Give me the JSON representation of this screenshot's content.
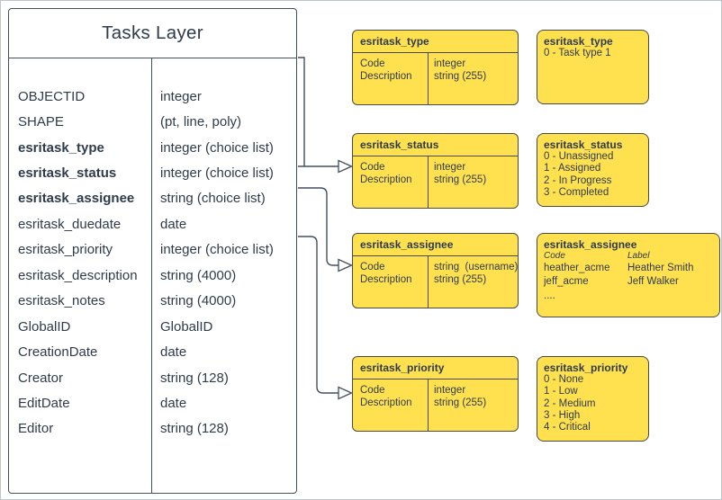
{
  "colors": {
    "yellow": "#FFE14F",
    "ybord": "#4a4a44",
    "stroke": "#434f5e",
    "text": "#2f3b4b",
    "frame": "#bfc5cc"
  },
  "tasks_layer": {
    "title": "Tasks Layer",
    "rows": [
      {
        "name": "OBJECTID",
        "type": "integer",
        "bold": false
      },
      {
        "name": "SHAPE",
        "type": "(pt, line, poly)",
        "bold": false
      },
      {
        "name": "esritask_type",
        "type": "integer (choice list)",
        "bold": true
      },
      {
        "name": "esritask_status",
        "type": "integer (choice list)",
        "bold": true
      },
      {
        "name": "esritask_assignee",
        "type": "string (choice list)",
        "bold": true
      },
      {
        "name": "esritask_duedate",
        "type": "date",
        "bold": false
      },
      {
        "name": "esritask_priority",
        "type": "integer (choice list)",
        "bold": false
      },
      {
        "name": "esritask_description",
        "type": "string (4000)",
        "bold": false
      },
      {
        "name": "esritask_notes",
        "type": "string (4000)",
        "bold": false
      },
      {
        "name": "GlobalID",
        "type": "GlobalID",
        "bold": false
      },
      {
        "name": "CreationDate",
        "type": "date",
        "bold": false
      },
      {
        "name": "Creator",
        "type": "string (128)",
        "bold": false
      },
      {
        "name": "EditDate",
        "type": "date",
        "bold": false
      },
      {
        "name": "Editor",
        "type": "string (128)",
        "bold": false
      }
    ]
  },
  "domain_tables": [
    {
      "title": "esritask_type",
      "fields": [
        {
          "name": "Code",
          "type": "integer"
        },
        {
          "name": "Description",
          "type": "string (255)"
        }
      ]
    },
    {
      "title": "esritask_status",
      "fields": [
        {
          "name": "Code",
          "type": "integer"
        },
        {
          "name": "Description",
          "type": "string (255)"
        }
      ]
    },
    {
      "title": "esritask_assignee",
      "fields": [
        {
          "name": "Code",
          "type": "string  (username)"
        },
        {
          "name": "Description",
          "type": "string (255)"
        }
      ]
    },
    {
      "title": "esritask_priority",
      "fields": [
        {
          "name": "Code",
          "type": "integer"
        },
        {
          "name": "Description",
          "type": "string (255)"
        }
      ]
    }
  ],
  "value_lists": [
    {
      "title": "esritask_type",
      "items": [
        "0 - Task type 1"
      ]
    },
    {
      "title": "esritask_status",
      "items": [
        "0 - Unassigned",
        "1 - Assigned",
        "2 - In Progress",
        "3 - Completed"
      ]
    },
    {
      "title": "esritask_assignee",
      "columns": {
        "code": "Code",
        "label": "Label"
      },
      "entries": [
        {
          "code": "heather_acme",
          "label": "Heather Smith"
        },
        {
          "code": "jeff_acme",
          "label": "Jeff Walker"
        }
      ],
      "more": "...."
    },
    {
      "title": "esritask_priority",
      "items": [
        "0 - None",
        "1 - Low",
        "2 - Medium",
        "3 - High",
        "4 - Critical"
      ]
    }
  ]
}
